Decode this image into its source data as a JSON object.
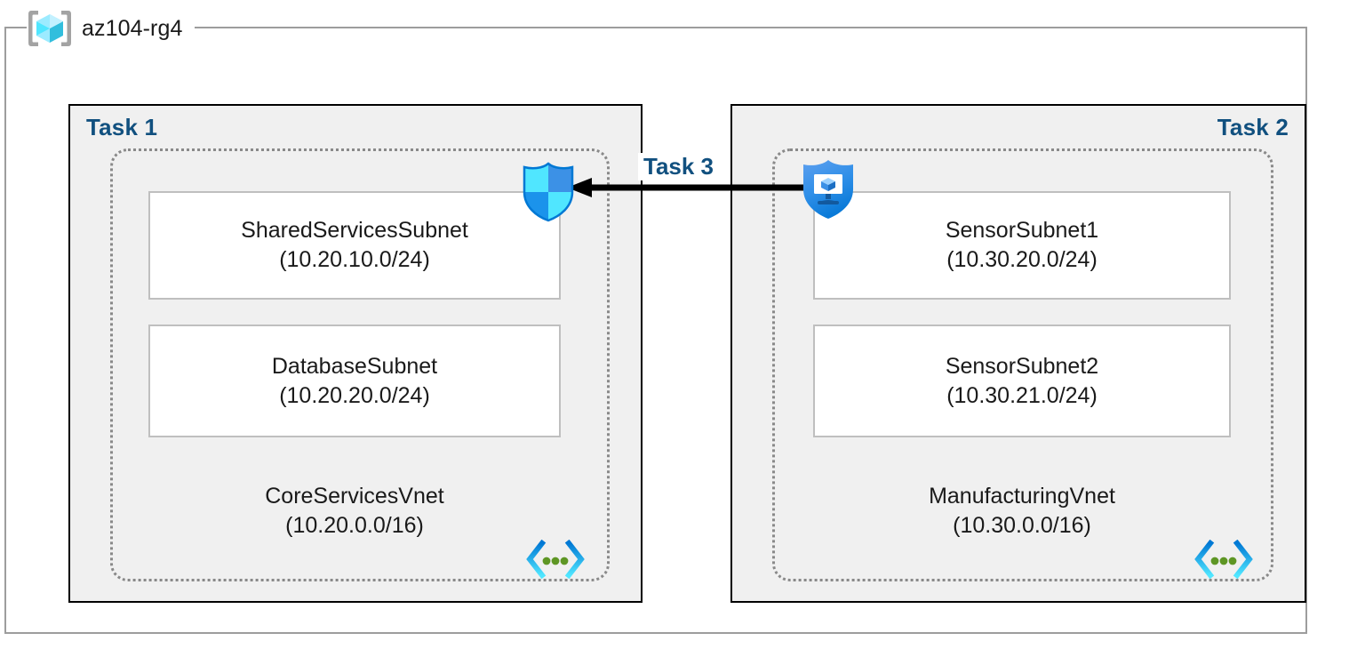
{
  "resource_group": {
    "name": "az104-rg4",
    "icon": "azure-resource-group-icon"
  },
  "panels": [
    {
      "task_label": "Task 1",
      "label_align": "left",
      "vnet": {
        "name": "CoreServicesVnet",
        "cidr": "(10.20.0.0/16)",
        "icon": "azure-virtual-network-icon",
        "subnets": [
          {
            "name": "SharedServicesSubnet",
            "cidr": "(10.20.10.0/24)"
          },
          {
            "name": "DatabaseSubnet",
            "cidr": "(10.20.20.0/24)"
          }
        ]
      },
      "attached_icon": "azure-firewall-shield-icon"
    },
    {
      "task_label": "Task 2",
      "label_align": "right",
      "vnet": {
        "name": "ManufacturingVnet",
        "cidr": "(10.30.0.0/16)",
        "icon": "azure-virtual-network-icon",
        "subnets": [
          {
            "name": "SensorSubnet1",
            "cidr": "(10.30.20.0/24)"
          },
          {
            "name": "SensorSubnet2",
            "cidr": "(10.30.21.0/24)"
          }
        ]
      },
      "attached_icon": "azure-bastion-shield-icon"
    }
  ],
  "connection": {
    "label": "Task 3",
    "direction": "right-to-left",
    "from": "ManufacturingVnet",
    "to": "CoreServicesVnet"
  },
  "colors": {
    "task_label": "#11507f",
    "panel_fill": "#f0f0f0",
    "panel_border": "#000000",
    "vnet_border": "#898989",
    "subnet_border": "#bfbfbf",
    "rg_frame": "#9d9d9d",
    "arrow": "#000000",
    "azure_cyan": "#50e6ff",
    "azure_blue": "#0078d4",
    "vnet_dot_green": "#5e9624"
  }
}
